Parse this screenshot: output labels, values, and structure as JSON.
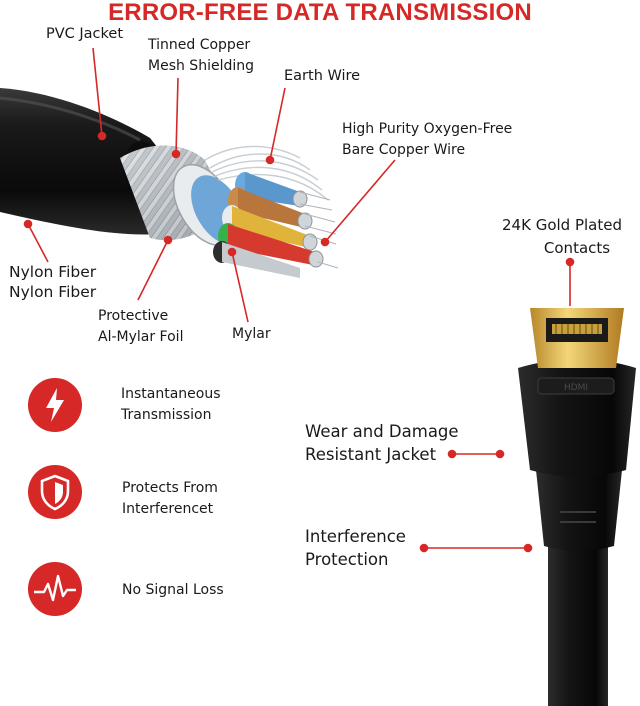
{
  "title": "ERROR-FREE DATA TRANSMISSION",
  "colors": {
    "accent": "#d62826",
    "cable": "#121212",
    "gold": "#e2b640",
    "copper": "#c98a4a",
    "silver": "#b7bcc2"
  },
  "cable_labels": {
    "pvc_jacket": "PVC Jacket",
    "tinned_copper": [
      "Tinned Copper",
      "Mesh Shielding"
    ],
    "earth_wire": "Earth Wire",
    "oxygen_free": [
      "High Purity Oxygen-Free",
      "Bare Copper Wire"
    ],
    "nylon_fiber": [
      "Nylon Fiber",
      "Nylon Fiber"
    ],
    "foil": [
      "Protective",
      "Al-Mylar Foil"
    ],
    "mylar": "Mylar"
  },
  "connector_labels": {
    "gold_contacts": [
      "24K Gold Plated",
      "Contacts"
    ],
    "wear_jacket": [
      "Wear and Damage",
      "Resistant Jacket"
    ],
    "interference": [
      "Interference",
      "Protection"
    ]
  },
  "features": [
    {
      "icon": "lightning-icon",
      "text": [
        "Instantaneous",
        "Transmission"
      ]
    },
    {
      "icon": "shield-icon",
      "text": [
        "Protects From",
        "Interferencet"
      ]
    },
    {
      "icon": "signal-wave-icon",
      "text": [
        "No Signal Loss"
      ]
    }
  ]
}
